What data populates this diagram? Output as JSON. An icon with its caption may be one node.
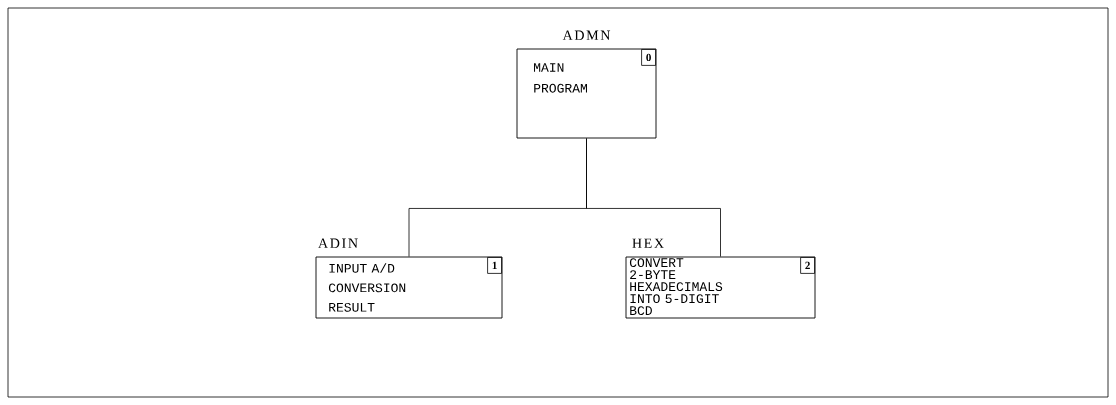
{
  "diagram": {
    "nodes": [
      {
        "text": [
          "ADMN",
          "MAIN PROGRAM",
          "0"
        ]
      },
      {
        "text": [
          "ADIN",
          "INPUT A/D CONVERSION RESULT",
          "1"
        ]
      },
      {
        "text": [
          "HEX",
          "CONVERT 2-BYTE HEXADECIMALS INTO 5-DIGIT BCD",
          "2"
        ]
      }
    ],
    "edges": [
      {
        "from": 0,
        "to": 1,
        "arrow": "none"
      },
      {
        "from": 0,
        "to": 2,
        "arrow": "none"
      }
    ]
  }
}
